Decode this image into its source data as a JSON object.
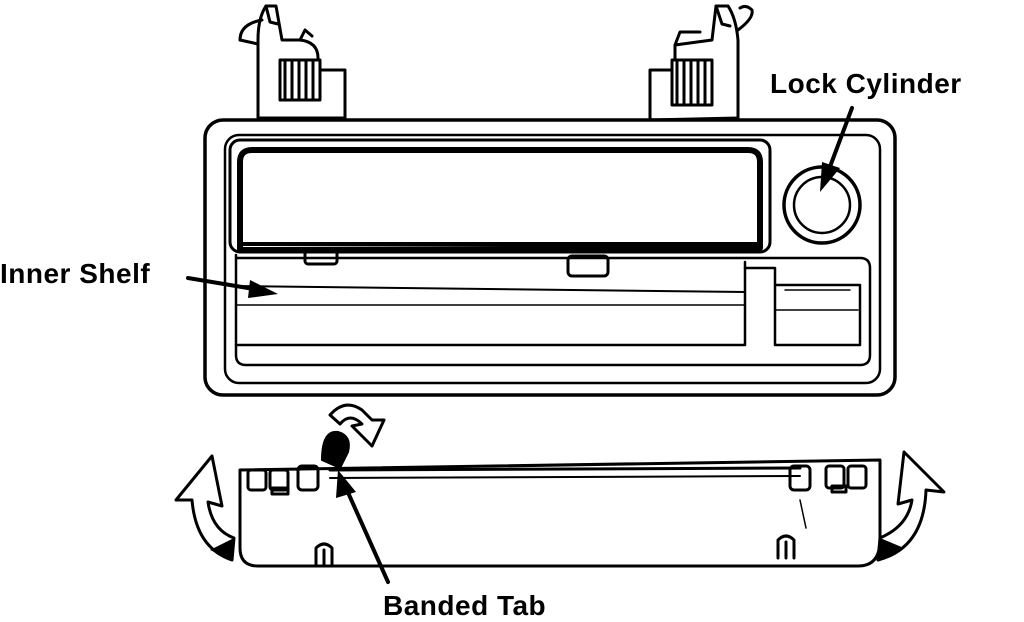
{
  "labels": {
    "lock_cylinder": "Lock Cylinder",
    "inner_shelf": "Inner Shelf",
    "banded_tab": "Banded Tab"
  },
  "colors": {
    "ink": "#000000",
    "paper": "#ffffff"
  }
}
